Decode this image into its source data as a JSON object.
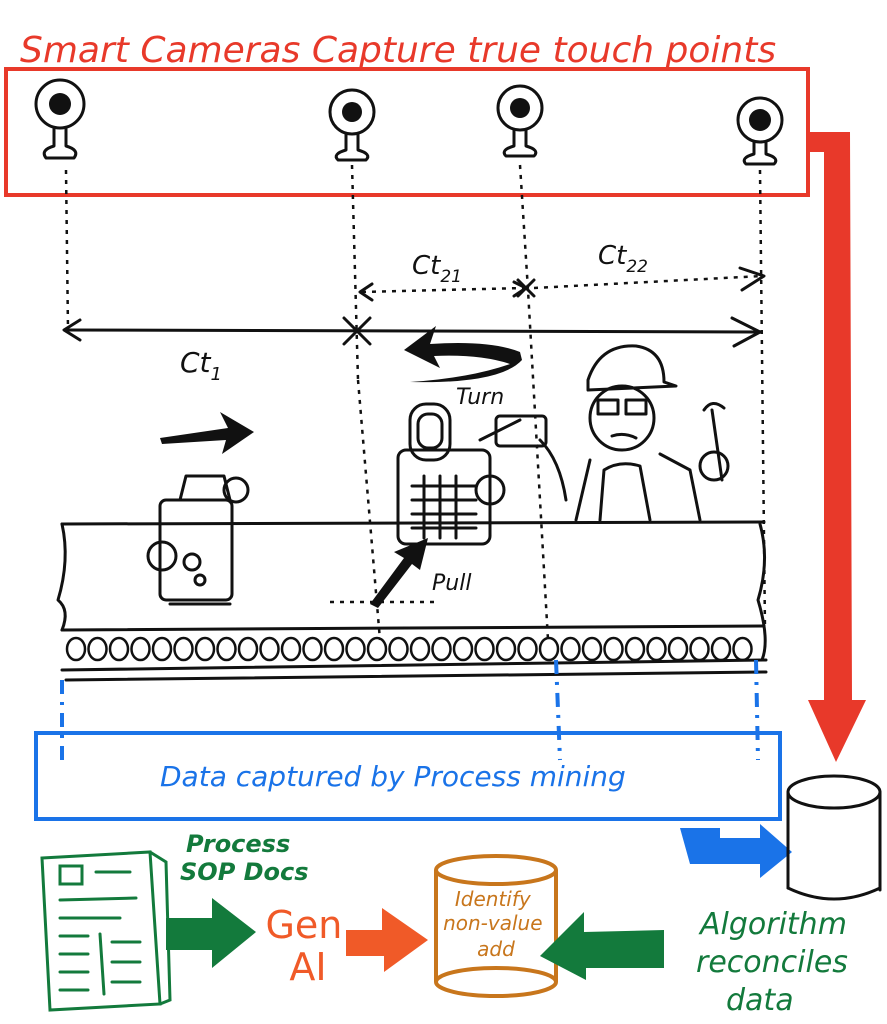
{
  "title": "Smart Cameras Capture true touch points",
  "cycle_times": {
    "ct1": {
      "base": "Ct",
      "sub": "1"
    },
    "ct21": {
      "base": "Ct",
      "sub": "21"
    },
    "ct22": {
      "base": "Ct",
      "sub": "22"
    }
  },
  "actions": {
    "turn": "Turn",
    "pull": "Pull"
  },
  "process_mining_label": "Data captured by Process mining",
  "sop_docs_label": [
    "Process",
    "SOP Docs"
  ],
  "gen_ai_label": [
    "Gen",
    "AI"
  ],
  "identify_label": [
    "Identify",
    "non-value",
    "add"
  ],
  "algorithm_label": [
    "Algorithm",
    "reconciles",
    "data"
  ],
  "colors": {
    "red": "#e8392a",
    "blue": "#1a73e8",
    "green": "#137a3c",
    "orange": "#f05a28",
    "brown": "#c8761c",
    "ink": "#111111"
  }
}
